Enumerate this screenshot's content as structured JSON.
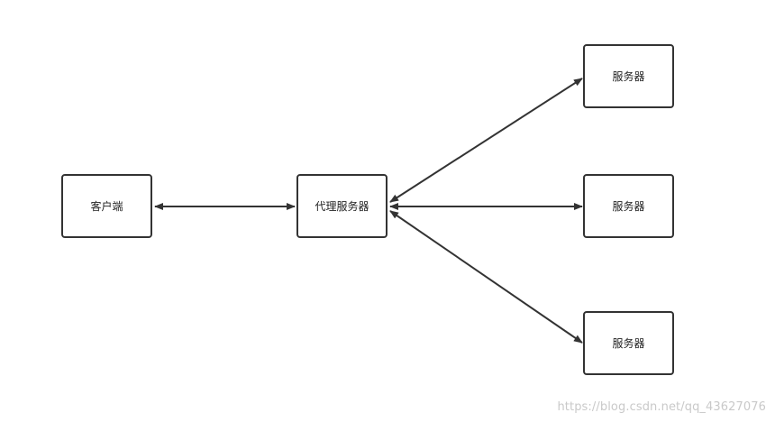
{
  "nodes": {
    "client": "客户端",
    "proxy": "代理服务器",
    "server_1": "服务器",
    "server_2": "服务器",
    "server_3": "服务器"
  },
  "colors": {
    "stroke": "#333333",
    "text": "#222222",
    "watermark": "#c9c9c9"
  },
  "watermark": "https://blog.csdn.net/qq_43627076"
}
